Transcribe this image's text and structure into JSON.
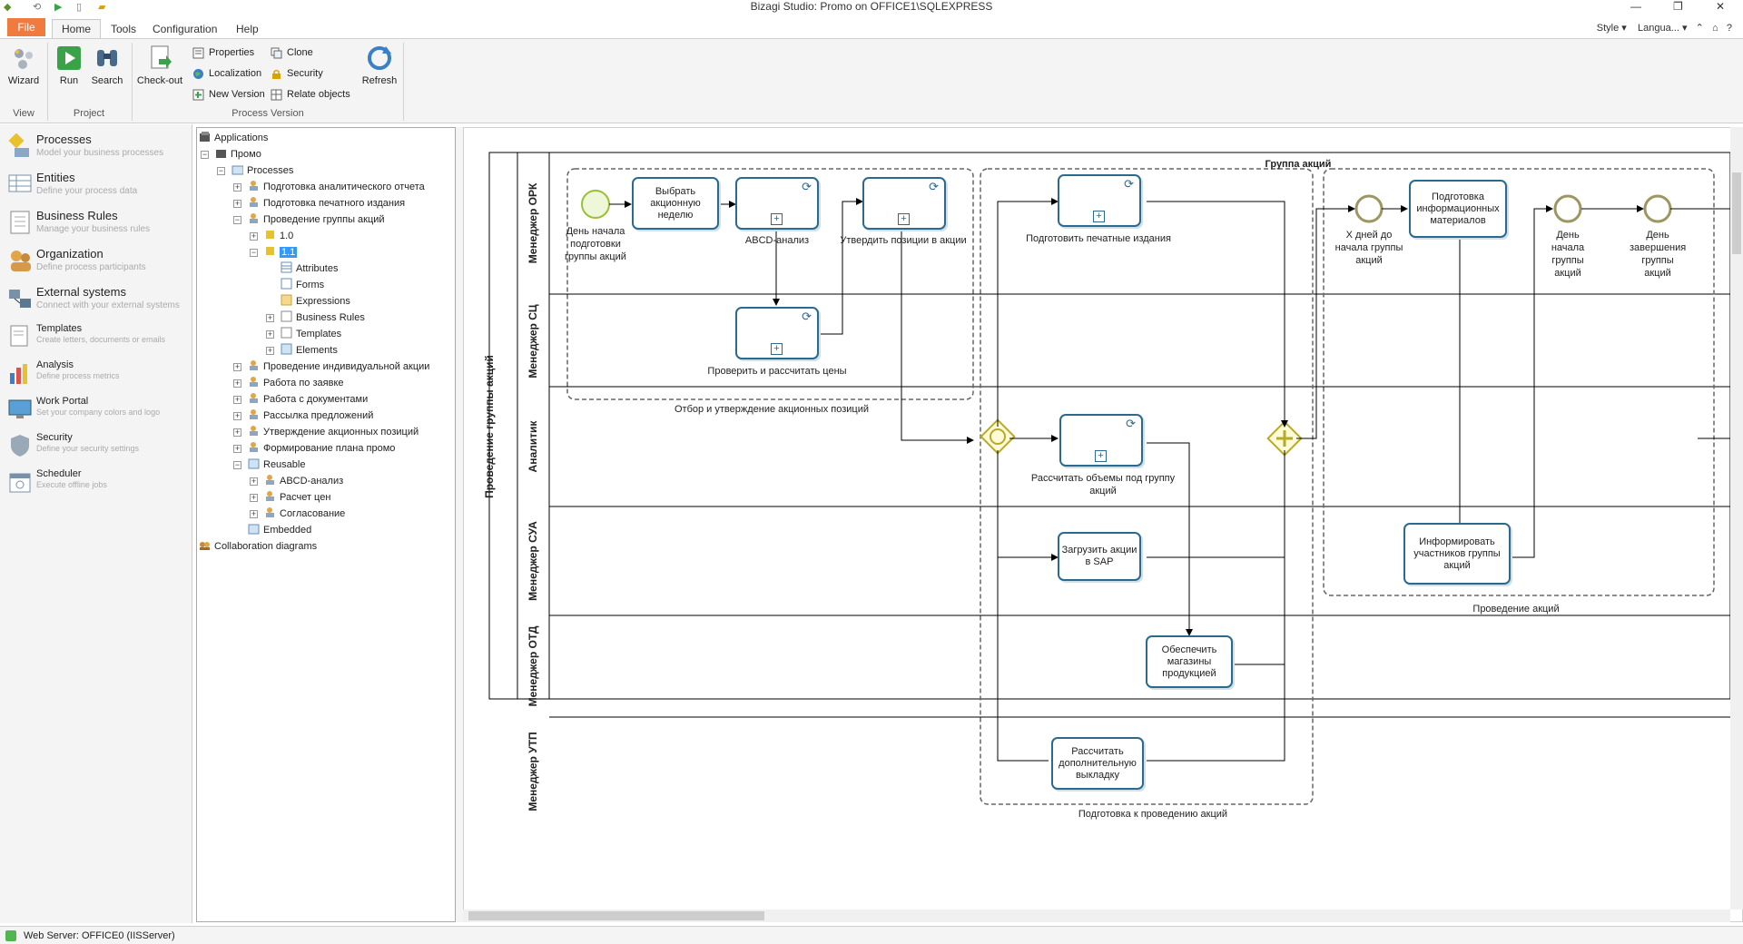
{
  "window": {
    "title": "Bizagi Studio: Promo on OFFICE1\\SQLEXPRESS"
  },
  "ribbon_tabs": [
    "File",
    "Home",
    "Tools",
    "Configuration",
    "Help"
  ],
  "right_menu": {
    "style": "Style",
    "language": "Langua..."
  },
  "ribbon": {
    "wizard": "Wizard",
    "run": "Run",
    "search": "Search",
    "checkout": "Check-out",
    "properties": "Properties",
    "localization": "Localization",
    "new_version": "New Version",
    "clone": "Clone",
    "security": "Security",
    "relate_objects": "Relate objects",
    "refresh": "Refresh",
    "groups": {
      "view": "View",
      "project": "Project",
      "process_version": "Process Version"
    }
  },
  "nav": [
    {
      "title": "Processes",
      "desc": "Model your business processes",
      "icon": "processes-icon"
    },
    {
      "title": "Entities",
      "desc": "Define your process data",
      "icon": "entities-icon"
    },
    {
      "title": "Business Rules",
      "desc": "Manage your business rules",
      "icon": "business-rules-icon"
    },
    {
      "title": "Organization",
      "desc": "Define process participants",
      "icon": "organization-icon"
    },
    {
      "title": "External systems",
      "desc": "Connect with your external systems",
      "icon": "external-systems-icon"
    },
    {
      "title": "Templates",
      "desc": "Create letters, documents  or emails",
      "icon": "templates-icon"
    },
    {
      "title": "Analysis",
      "desc": "Define  process metrics",
      "icon": "analysis-icon"
    },
    {
      "title": "Work Portal",
      "desc": "Set your company  colors  and logo",
      "icon": "work-portal-icon"
    },
    {
      "title": "Security",
      "desc": "Define your security settings",
      "icon": "security-icon"
    },
    {
      "title": "Scheduler",
      "desc": "Execute offline jobs",
      "icon": "scheduler-icon"
    }
  ],
  "tree": {
    "applications": "Applications",
    "promo": "Промо",
    "processes": "Processes",
    "p1": "Подготовка аналитического отчета",
    "p2": "Подготовка печатного издания",
    "p3": "Проведение группы акций",
    "v10": "1.0",
    "v11": "1.1",
    "attributes": "Attributes",
    "forms": "Forms",
    "expressions": "Expressions",
    "business_rules": "Business Rules",
    "templates": "Templates",
    "elements": "Elements",
    "p4": "Проведение индивидуальной акции",
    "p5": "Работа по заявке",
    "p6": "Работа с документами",
    "p7": "Рассылка предложений",
    "p8": "Утверждение акционных позиций",
    "p9": "Формирование плана промо",
    "reusable": "Reusable",
    "r1": "ABCD-анализ",
    "r2": "Расчет цен",
    "r3": "Согласование",
    "embedded": "Embedded",
    "collab": "Collaboration diagrams"
  },
  "diagram": {
    "pool": "Проведение группы акций",
    "lanes": [
      "Менеджер ОРК",
      "Менеджер СЦ",
      "Аналитик",
      "Менеджер СУА",
      "Менеджер ОТД",
      "Менеджер УТП"
    ],
    "group_title": "Группа акций",
    "start_event": "День начала подготовки группы акций",
    "tasks": {
      "t1": "Выбрать акционную неделю",
      "t2": "ABCD-анализ",
      "t3": "Утвердить позиции в акции",
      "t4": "Проверить и рассчитать цены",
      "t5": "Подготовить печатные издания",
      "t6": "Рассчитать объемы под группу акций",
      "t7": "Загрузить акции в SAP",
      "t8": "Обеспечить магазины продукцией",
      "t9": "Рассчитать дополнительную выкладку",
      "t10": "Подготовка информационных материалов",
      "t11": "Информировать участников группы акций"
    },
    "events": {
      "e1": "X дней до начала группы акций",
      "e2": "День начала группы акций",
      "e3": "День завершения группы акций"
    },
    "subprocesses": {
      "s1": "Отбор и утверждение акционных позиций",
      "s2": "Подготовка к проведению акций",
      "s3": "Проведение акций"
    }
  },
  "status": {
    "text": "Web Server: OFFICE0 (IISServer)"
  }
}
